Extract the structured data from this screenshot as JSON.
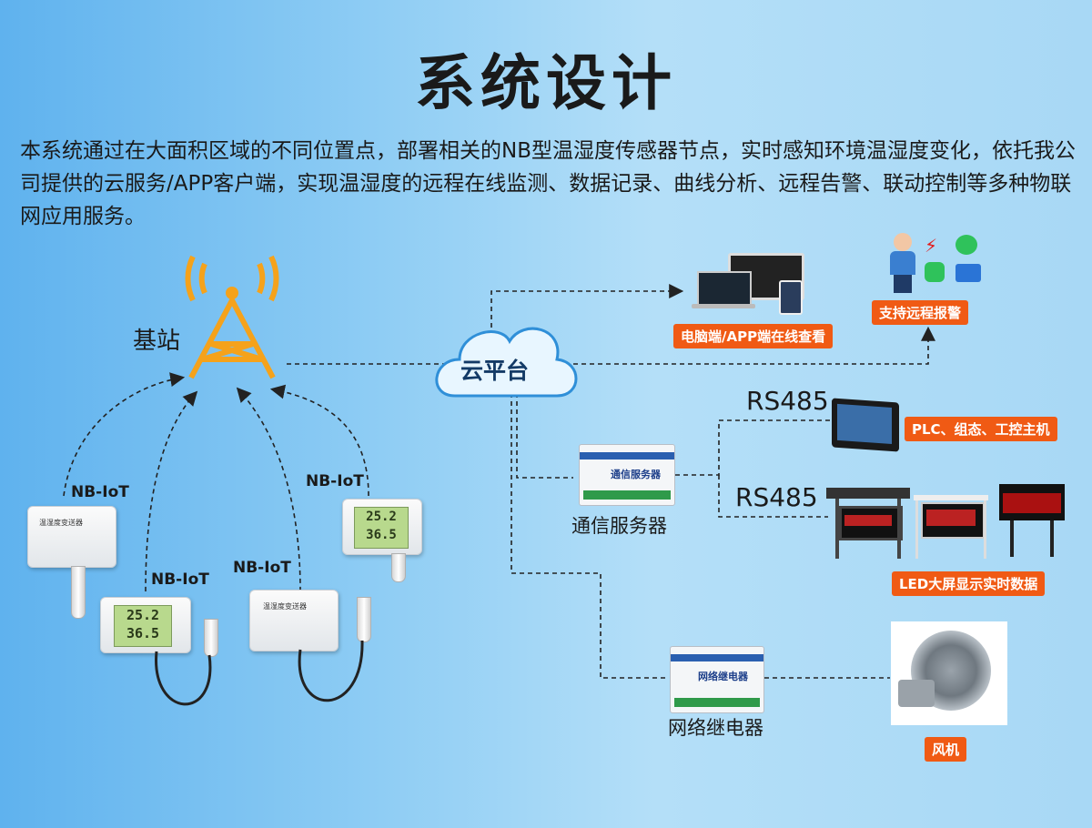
{
  "title": "系统设计",
  "intro": "本系统通过在大面积区域的不同位置点，部署相关的NB型温湿度传感器节点，实时感知环境温湿度变化，依托我公司提供的云服务/APP客户端，实现温湿度的远程在线监测、数据记录、曲线分析、远程告警、联动控制等多种物联网应用服务。",
  "base_station": "基站",
  "cloud": "云平台",
  "nbiot": [
    "NB-IoT",
    "NB-IoT",
    "NB-IoT",
    "NB-IoT"
  ],
  "lcd": {
    "temp": "25.2",
    "hum": "36.5"
  },
  "device_tag": "温湿度变送器",
  "outputs": {
    "pc_app": "电脑端/APP端在线查看",
    "alarm": "支持远程报警",
    "plc": "PLC、组态、工控主机",
    "led": "LED大屏显示实时数据",
    "fan": "风机"
  },
  "rs485": [
    "RS485",
    "RS485"
  ],
  "comm_server": "通信服务器",
  "comm_server_tag": "通信服务器",
  "net_relay": "网络继电器",
  "net_relay_tag": "网络继电器",
  "colors": {
    "accent": "#f05a14",
    "bg_left": "#5fb2ee",
    "bg_right": "#b4dff8",
    "tower": "#f5a21b"
  }
}
